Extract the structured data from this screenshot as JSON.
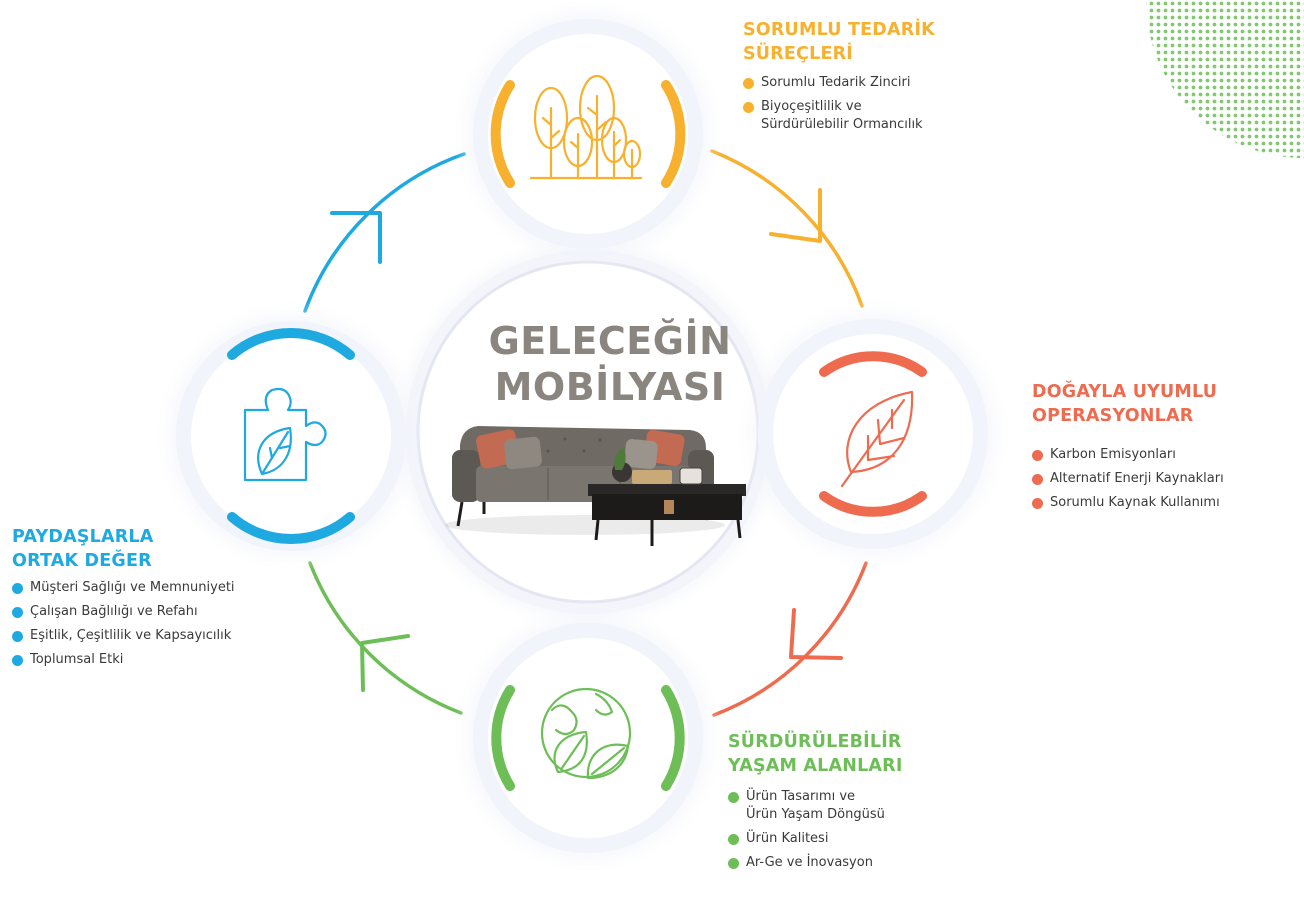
{
  "center": {
    "title_lines": [
      "GELECEĞİN",
      "MOBİLYASI"
    ]
  },
  "colors": {
    "orange": "#F7B12E",
    "coral": "#EE6B4F",
    "green": "#6DBE57",
    "blue": "#1EA9E1",
    "center_text": "#8B8580"
  },
  "sections": {
    "supply": {
      "title_lines": [
        "SORUMLU TEDARİK",
        "SÜREÇLERİ"
      ],
      "icon": "trees-icon",
      "items": [
        {
          "lines": [
            "Sorumlu Tedarik Zinciri"
          ]
        },
        {
          "lines": [
            "Biyoçeşitlilik ve",
            "Sürdürülebilir Ormancılık"
          ]
        }
      ]
    },
    "nature": {
      "title_lines": [
        "DOĞAYLA UYUMLU",
        "OPERASYONLAR"
      ],
      "icon": "leaf-icon",
      "items": [
        {
          "lines": [
            "Karbon Emisyonları"
          ]
        },
        {
          "lines": [
            "Alternatif Enerji Kaynakları"
          ]
        },
        {
          "lines": [
            "Sorumlu Kaynak Kullanımı"
          ]
        }
      ]
    },
    "living": {
      "title_lines": [
        "SÜRDÜRÜLEBİLİR",
        "YAŞAM ALANLARI"
      ],
      "icon": "globe-leaves-icon",
      "items": [
        {
          "lines": [
            "Ürün Tasarımı ve",
            "Ürün Yaşam Döngüsü"
          ]
        },
        {
          "lines": [
            "Ürün Kalitesi"
          ]
        },
        {
          "lines": [
            "Ar-Ge ve İnovasyon"
          ]
        }
      ]
    },
    "stakeholders": {
      "title_lines": [
        "PAYDAŞLARLA",
        "ORTAK DEĞER"
      ],
      "icon": "puzzle-leaf-icon",
      "items": [
        {
          "lines": [
            "Müşteri Sağlığı ve Memnuniyeti"
          ]
        },
        {
          "lines": [
            "Çalışan Bağlılığı ve Refahı"
          ]
        },
        {
          "lines": [
            "Eşitlik, Çeşitlilik ve Kapsayıcılık"
          ]
        },
        {
          "lines": [
            "Toplumsal Etki"
          ]
        }
      ]
    }
  }
}
